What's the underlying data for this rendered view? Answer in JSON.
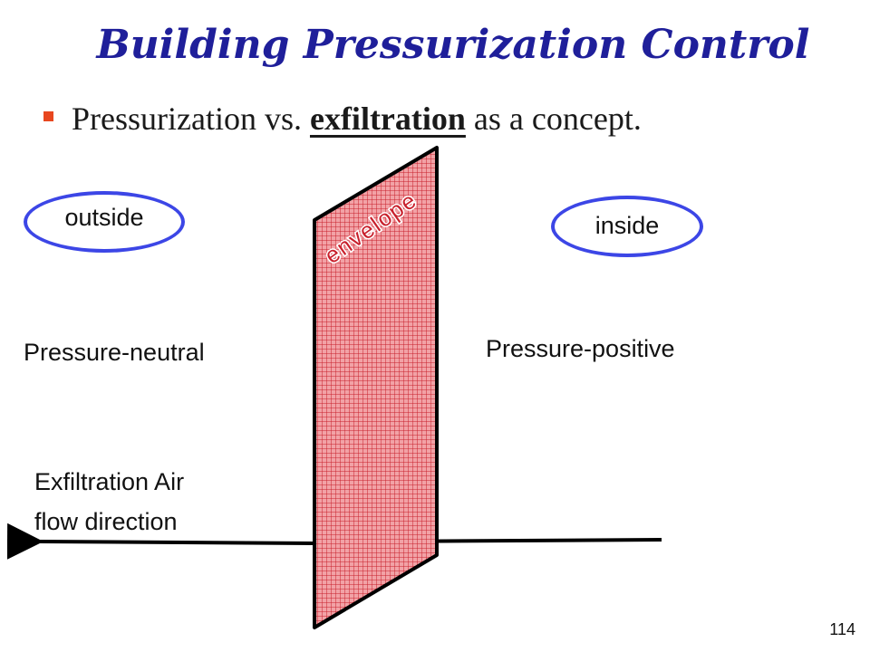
{
  "slide": {
    "title": "Building Pressurization Control",
    "bullet": {
      "before": "Pressurization vs. ",
      "emphasis": "exfiltration",
      "after": " as a concept."
    },
    "page_number": "114"
  },
  "diagram": {
    "envelope_label": "envelope",
    "outside": {
      "oval_label": "outside",
      "pressure_label": "Pressure-neutral"
    },
    "inside": {
      "oval_label": "inside",
      "pressure_label": "Pressure-positive"
    },
    "airflow_label_line1": "Exfiltration Air",
    "airflow_label_line2": "flow direction"
  },
  "colors": {
    "title": "#1f1f9a",
    "bullet_marker": "#e8471f",
    "oval_outline": "#3c46e6",
    "envelope_fill": "#f2a2a6",
    "envelope_grid": "#c8202c"
  }
}
